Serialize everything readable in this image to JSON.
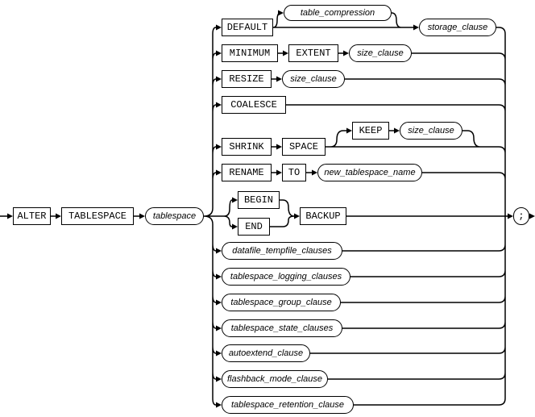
{
  "diagram": {
    "name": "alter_tablespace_syntax_diagram",
    "terminals": {
      "alter": "ALTER",
      "tablespace": "TABLESPACE",
      "default": "DEFAULT",
      "minimum": "MINIMUM",
      "extent": "EXTENT",
      "resize": "RESIZE",
      "coalesce": "COALESCE",
      "shrink": "SHRINK",
      "space": "SPACE",
      "keep": "KEEP",
      "rename": "RENAME",
      "to": "TO",
      "begin": "BEGIN",
      "end": "END",
      "backup": "BACKUP",
      "semicolon": ";"
    },
    "nonterminals": {
      "tablespace_name": "tablespace",
      "table_compression": "table_compression",
      "storage_clause": "storage_clause",
      "size_clause": "size_clause",
      "new_tablespace_name": "new_tablespace_name",
      "datafile_tempfile_clauses": "datafile_tempfile_clauses",
      "tablespace_logging_clauses": "tablespace_logging_clauses",
      "tablespace_group_clause": "tablespace_group_clause",
      "tablespace_state_clauses": "tablespace_state_clauses",
      "autoextend_clause": "autoextend_clause",
      "flashback_mode_clause": "flashback_mode_clause",
      "tablespace_retention_clause": "tablespace_retention_clause"
    },
    "colors": {
      "line": "#000000",
      "text": "#000000",
      "background": "#ffffff"
    }
  }
}
